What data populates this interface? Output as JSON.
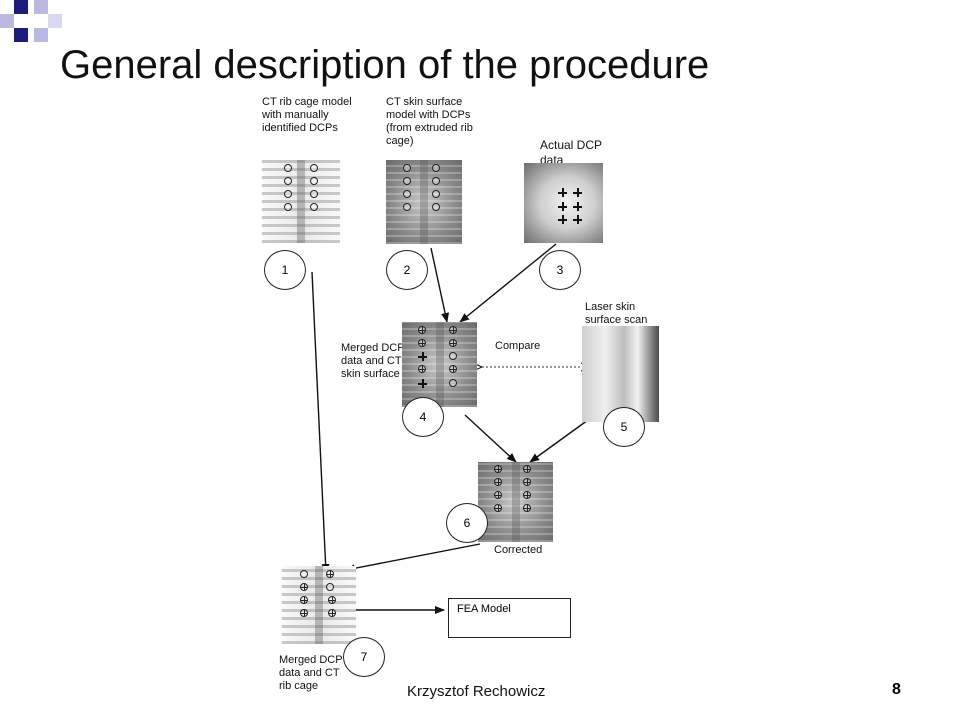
{
  "slide": {
    "title": "General description of the procedure",
    "footer": "Krzysztof Rechowicz",
    "page_number": "8"
  },
  "labels": {
    "ct_rib_cage": "CT rib cage model with manually identified DCPs",
    "ct_skin_surface": "CT skin surface model with DCPs (from extruded rib cage)",
    "actual_dcp": "Actual DCP data",
    "laser_scan": "Laser skin surface scan",
    "merged_skin": "Merged DCP data and CT skin surface",
    "compare": "Compare",
    "corrected": "Corrected",
    "fea_model": "FEA Model",
    "merged_rib": "Merged DCP data and CT rib cage"
  },
  "steps": [
    "1",
    "2",
    "3",
    "4",
    "5",
    "6",
    "7"
  ]
}
